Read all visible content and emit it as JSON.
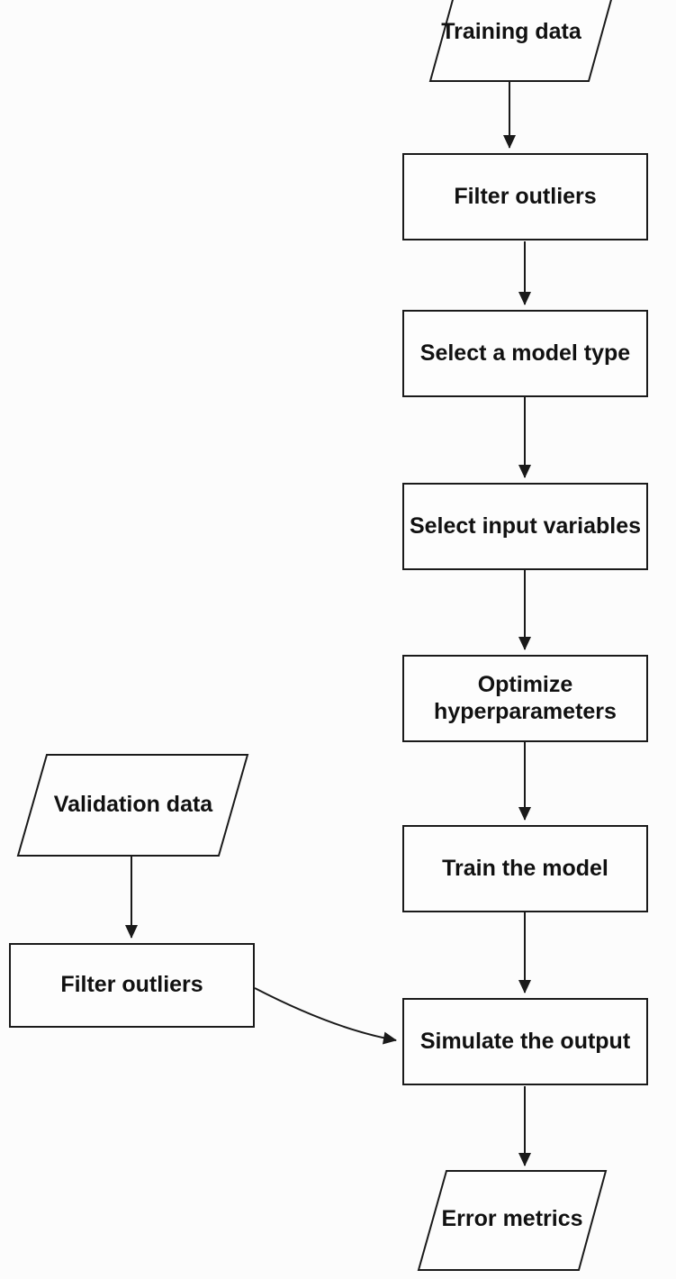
{
  "diagram": {
    "type": "flowchart",
    "colors": {
      "background": "#fcfcfc",
      "node_fill": "#fdfdfd",
      "stroke": "#1a1a1a",
      "text": "#111111"
    },
    "nodes": {
      "training_data": {
        "label": "Training data",
        "shape": "parallelogram"
      },
      "filter_outliers_main": {
        "label": "Filter outliers",
        "shape": "process"
      },
      "select_model_type": {
        "label": "Select a model type",
        "shape": "process"
      },
      "select_input_variables": {
        "label": "Select input variables",
        "shape": "process"
      },
      "optimize_hyperparameters": {
        "label": "Optimize hyperparameters",
        "shape": "process"
      },
      "train_model": {
        "label": "Train the model",
        "shape": "process"
      },
      "simulate_output": {
        "label": "Simulate the output",
        "shape": "process"
      },
      "error_metrics": {
        "label": "Error metrics",
        "shape": "parallelogram"
      },
      "validation_data": {
        "label": "Validation data",
        "shape": "parallelogram"
      },
      "filter_outliers_validation": {
        "label": "Filter outliers",
        "shape": "process"
      }
    },
    "edges": [
      {
        "from": "training_data",
        "to": "filter_outliers_main"
      },
      {
        "from": "filter_outliers_main",
        "to": "select_model_type"
      },
      {
        "from": "select_model_type",
        "to": "select_input_variables"
      },
      {
        "from": "select_input_variables",
        "to": "optimize_hyperparameters"
      },
      {
        "from": "optimize_hyperparameters",
        "to": "train_model"
      },
      {
        "from": "train_model",
        "to": "simulate_output"
      },
      {
        "from": "simulate_output",
        "to": "error_metrics"
      },
      {
        "from": "validation_data",
        "to": "filter_outliers_validation"
      },
      {
        "from": "filter_outliers_validation",
        "to": "simulate_output"
      }
    ]
  }
}
